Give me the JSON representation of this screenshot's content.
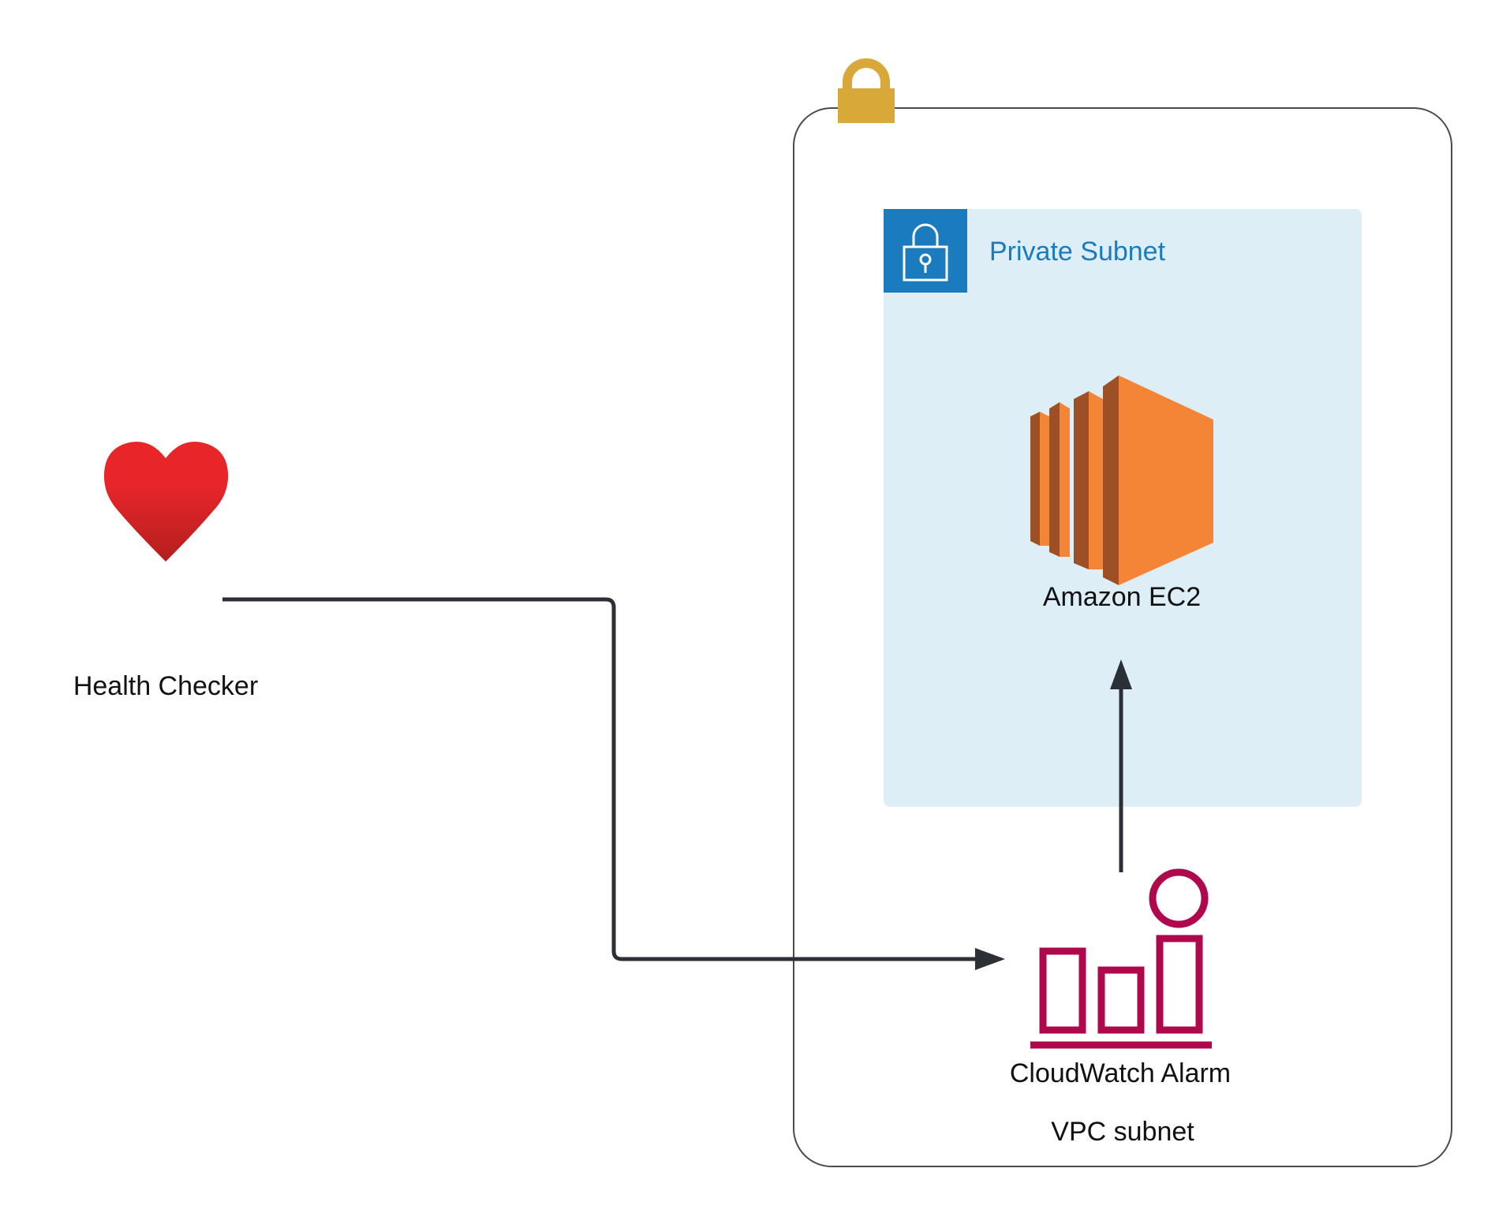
{
  "nodes": {
    "health_checker": {
      "label": "Health Checker",
      "icon": "heart-icon"
    },
    "vpc": {
      "label": "VPC subnet",
      "icon": "padlock-icon"
    },
    "private_subnet": {
      "label": "Private Subnet",
      "icon": "subnet-lock-icon"
    },
    "ec2": {
      "label": "Amazon EC2",
      "icon": "ec2-instance-icon"
    },
    "cloudwatch_alarm": {
      "label": "CloudWatch Alarm",
      "icon": "cloudwatch-alarm-icon"
    }
  },
  "edges": [
    {
      "from": "Health Checker",
      "to": "CloudWatch Alarm"
    },
    {
      "from": "CloudWatch Alarm",
      "to": "Amazon EC2"
    }
  ],
  "colors": {
    "connector": "#2b2f36",
    "vpc_border": "#4a4a4a",
    "vpc_lock": "#d8a838",
    "subnet_fill": "#deeef6",
    "subnet_accent": "#1a7bbf",
    "subnet_label": "#1a7bbf",
    "ec2_orange": "#f58536",
    "ec2_dark": "#9d5025",
    "alarm_magenta": "#b0084d",
    "heart_top": "#e8262a",
    "heart_bottom": "#b41e1e",
    "text": "#111111"
  }
}
